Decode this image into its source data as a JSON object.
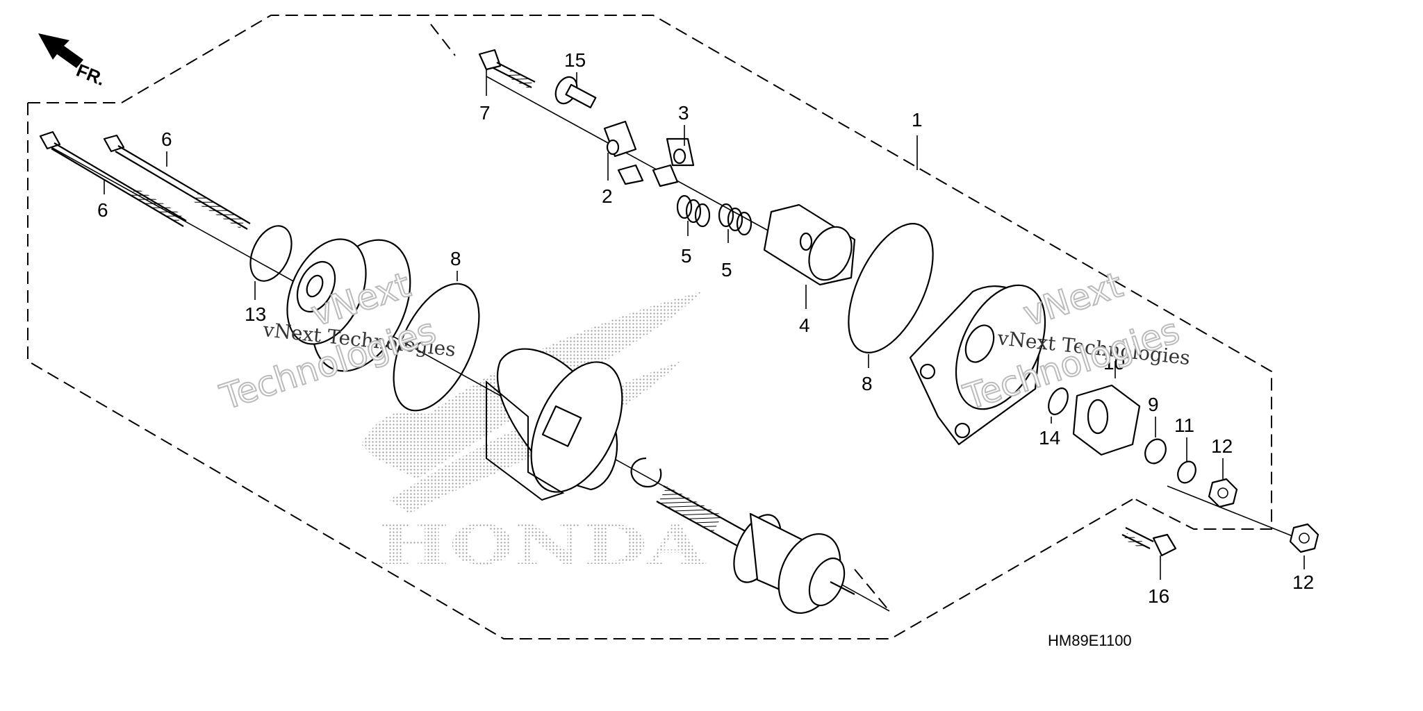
{
  "diagram": {
    "code": "HM89E1100",
    "direction_label": "FR.",
    "logo_text": "HONDA",
    "watermarks": [
      "vNext Technologies",
      "vNext Technologies",
      "vNext",
      "Technologies",
      "vNext",
      "Technologies"
    ],
    "callouts": [
      {
        "key": "c1",
        "text": "1"
      },
      {
        "key": "c2",
        "text": "2"
      },
      {
        "key": "c3",
        "text": "3"
      },
      {
        "key": "c4",
        "text": "4"
      },
      {
        "key": "c5a",
        "text": "5"
      },
      {
        "key": "c5b",
        "text": "5"
      },
      {
        "key": "c6a",
        "text": "6"
      },
      {
        "key": "c6b",
        "text": "6"
      },
      {
        "key": "c7",
        "text": "7"
      },
      {
        "key": "c8a",
        "text": "8"
      },
      {
        "key": "c8b",
        "text": "8"
      },
      {
        "key": "c9",
        "text": "9"
      },
      {
        "key": "c10",
        "text": "10"
      },
      {
        "key": "c11",
        "text": "11"
      },
      {
        "key": "c12a",
        "text": "12"
      },
      {
        "key": "c12b",
        "text": "12"
      },
      {
        "key": "c13",
        "text": "13"
      },
      {
        "key": "c14",
        "text": "14"
      },
      {
        "key": "c15",
        "text": "15"
      },
      {
        "key": "c16",
        "text": "16"
      }
    ]
  }
}
